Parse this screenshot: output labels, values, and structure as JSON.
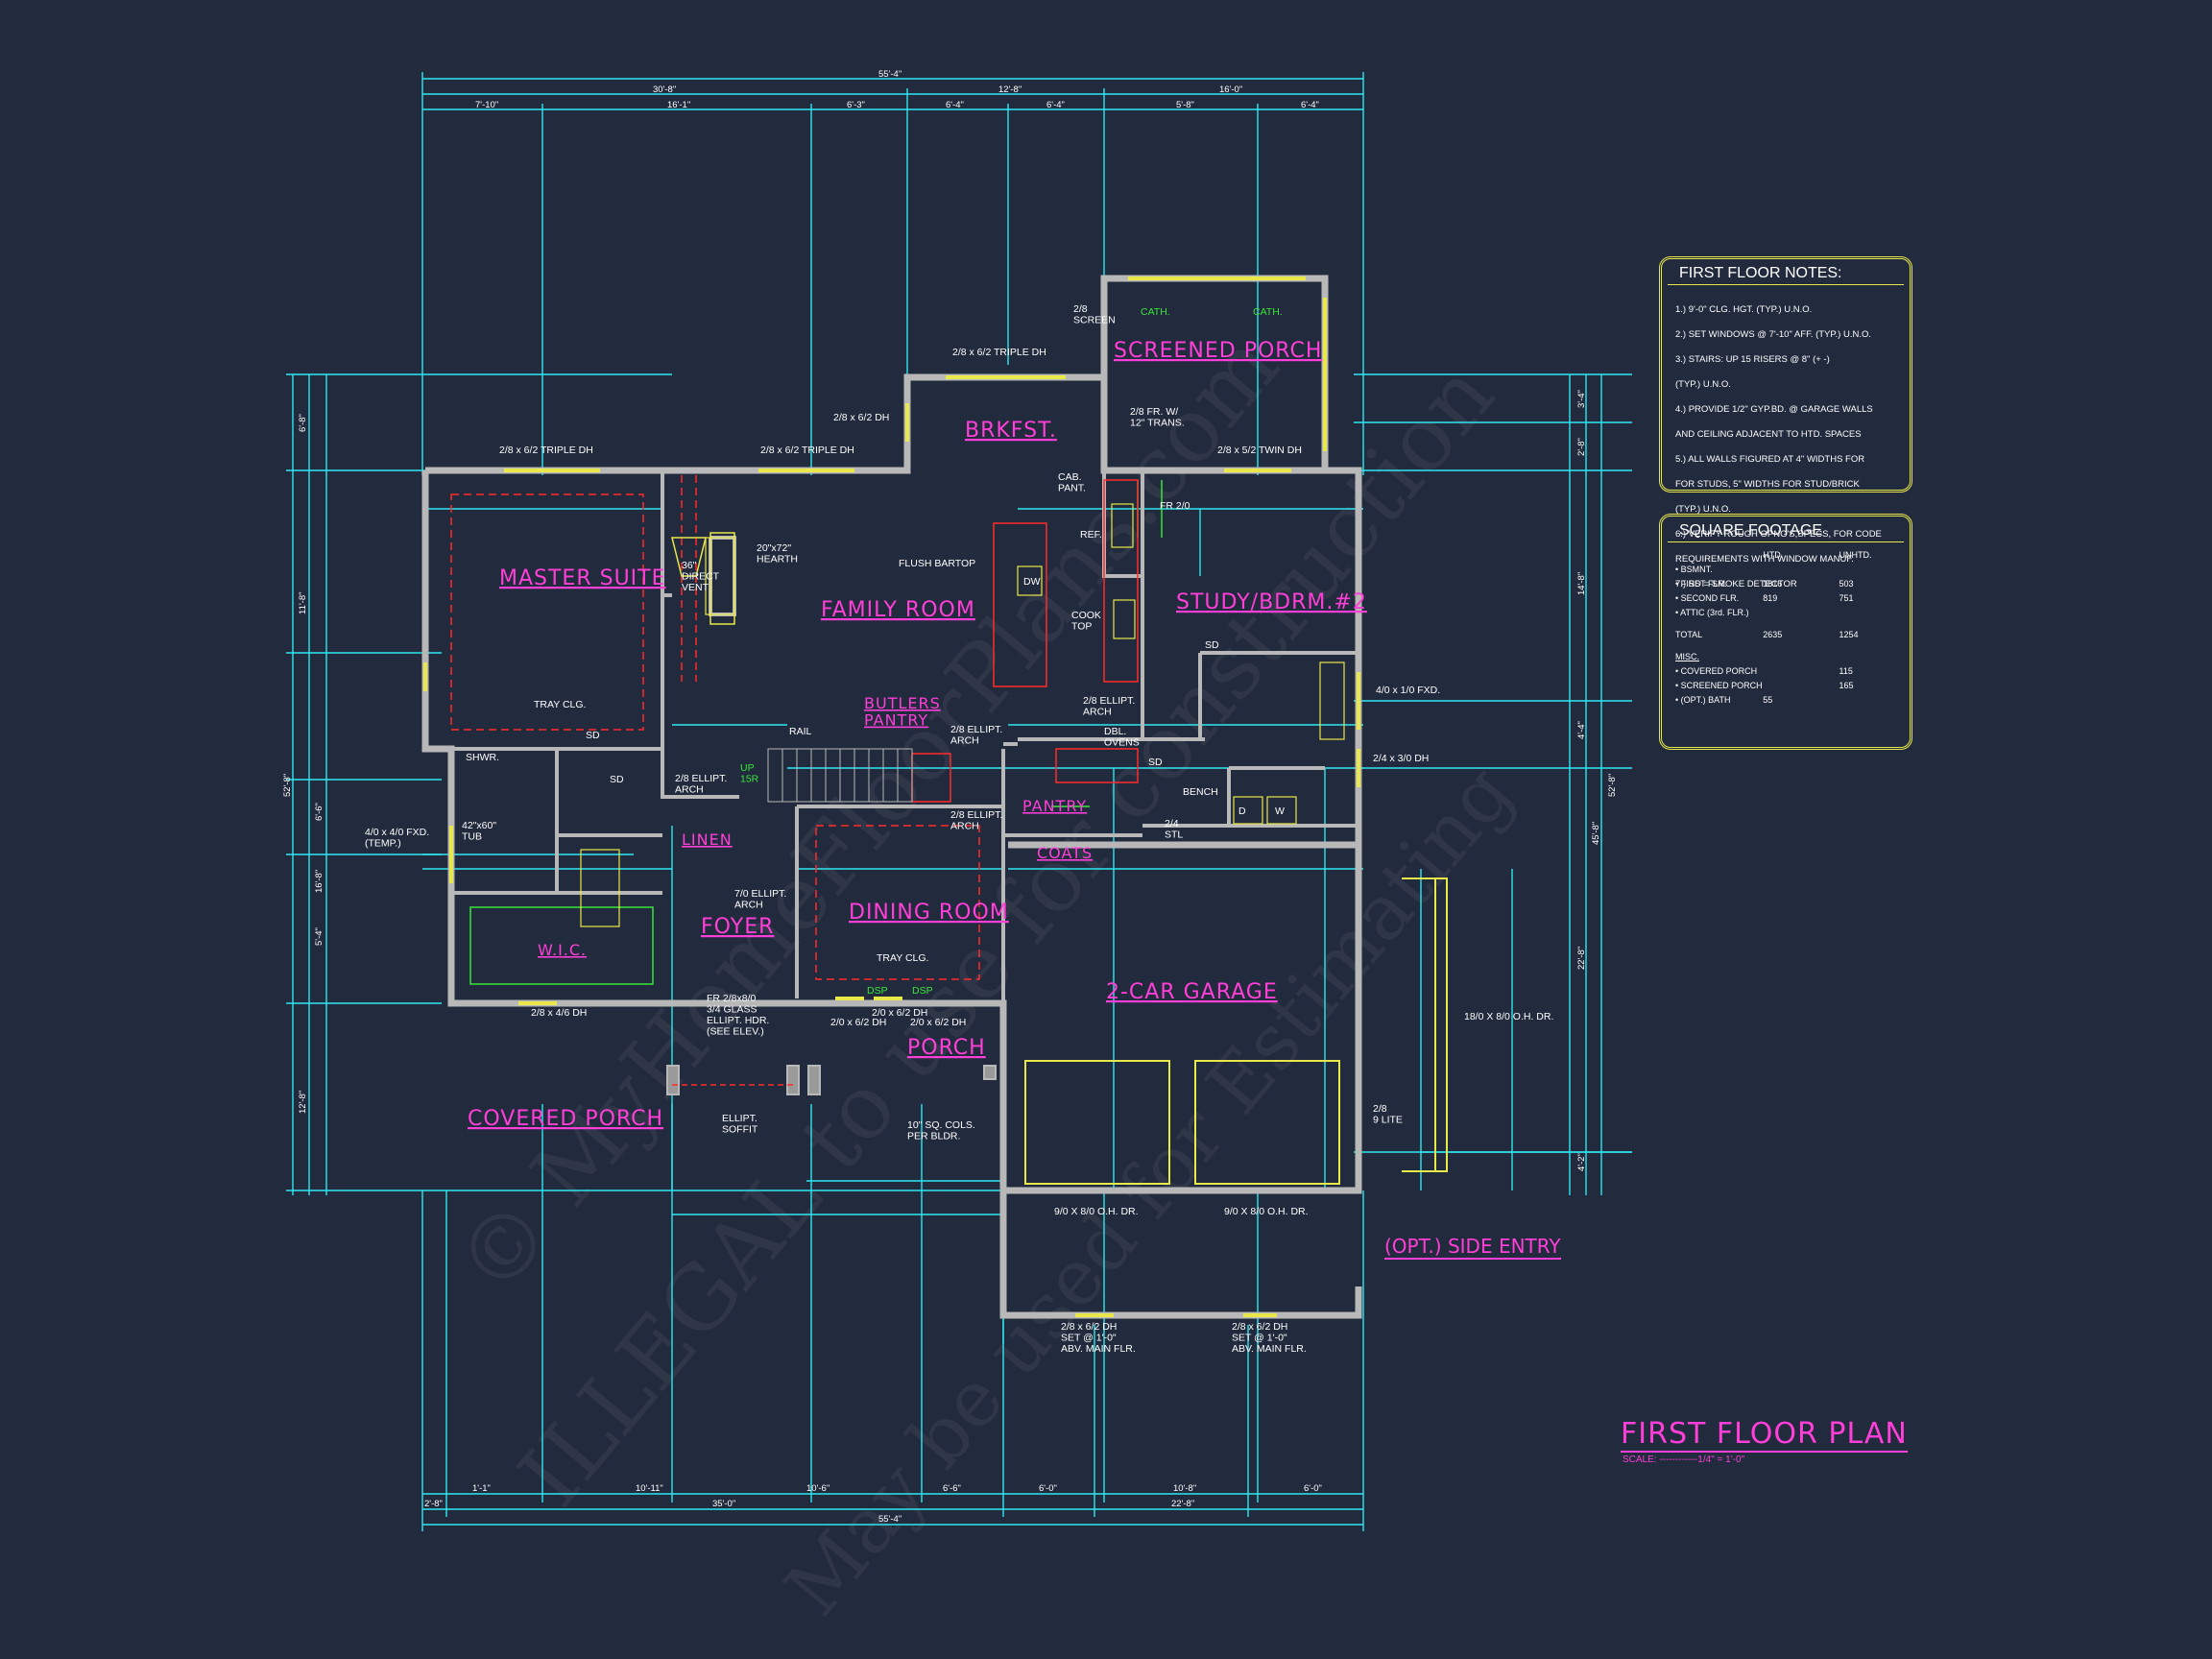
{
  "title": "FIRST FLOOR PLAN",
  "scale": "SCALE: ------------1/4\" = 1'-0\"",
  "side_entry": "(OPT.) SIDE ENTRY",
  "watermark": {
    "line1": "© MyHomeFloorPlans.com",
    "line2": "ILLEGAL to use for construction",
    "line3": "May be used for Estimating"
  },
  "rooms": {
    "master_suite": "MASTER SUITE",
    "family_room": "FAMILY ROOM",
    "brkfst": "BRKFST.",
    "screened_porch": "SCREENED PORCH",
    "study": "STUDY/BDRM.#2",
    "butlers_pantry": "BUTLERS\nPANTRY",
    "pantry": "PANTRY",
    "linen": "LINEN",
    "coats": "COATS",
    "foyer": "FOYER",
    "dining_room": "DINING ROOM",
    "wic": "W.I.C.",
    "garage": "2-CAR GARAGE",
    "porch": "PORCH",
    "covered_porch": "COVERED PORCH"
  },
  "labels": {
    "triple_dh_1": "2/8 x 6/2 TRIPLE DH",
    "triple_dh_2": "2/8 x 6/2 TRIPLE DH",
    "triple_dh_3": "2/8 x 6/2 TRIPLE DH",
    "dh_brk": "2/8 x 6/2 DH",
    "twin_dh": "2/8 x 5/2 TWIN DH",
    "screen": "2/8\nSCREEN",
    "cath1": "CATH.",
    "cath2": "CATH.",
    "fr_trans": "2/8 FR. W/\n12\" TRANS.",
    "cab_pant": "CAB.\nPANT.",
    "ref": "REF.",
    "fr_2_0": "FR 2/0",
    "hearth": "20\"x72\"\nHEARTH",
    "direct_vent": "36\"\nDIRECT\nVENT",
    "flush_bartop": "FLUSH BARTOP",
    "dw": "DW",
    "cook_top": "COOK\nTOP",
    "tray_clg_1": "TRAY CLG.",
    "tray_clg_2": "TRAY CLG.",
    "ellipt_arch_1": "2/8 ELLIPT.\nARCH",
    "ellipt_arch_2": "2/8 ELLIPT.\nARCH",
    "ellipt_arch_3": "2/8 ELLIPT.\nARCH",
    "ellipt_arch_4": "2/8 ELLIPT.\nARCH",
    "ellipt_arch_5": "7/0 ELLIPT.\nARCH",
    "del_ovens": "DBL.\nOVENS",
    "rail": "RAIL",
    "up": "UP\n15R",
    "shwr": "SHWR.",
    "tub": "42\"x60\"\nTUB",
    "fxd_window": "4/0 x 4/0 FXD.\n(TEMP.)",
    "fxd_window_right": "4/0 x 1/0 FXD.",
    "dh_right": "2/4 x 3/0 DH",
    "dh_wic": "2/8 x 4/6 DH",
    "bench": "BENCH",
    "d": "D",
    "w": "W",
    "entry_door": "FR 2/8x8/0\n3/4 GLASS\nELLIPT. HDR.\n(SEE ELEV.)",
    "ellipt_soffit": "ELLIPT.\nSOFFIT",
    "dh_porch_1": "2/0 x 6/2 DH",
    "dh_porch_2": "2/0 x 6/2 DH",
    "dh_porch_3": "2/0 x 6/2 DH",
    "dsp": "DSP",
    "sq_cols": "10\" SQ. COLS.\nPER BLDR.",
    "garage_door_1": "9/0 X 8/0 O.H. DR.",
    "garage_door_2": "9/0 X 8/0 O.H. DR.",
    "garage_door_side": "18/0 X 8/0 O.H. DR.",
    "lite": "2/8\n9 LITE",
    "side_dh_1": "2/8 x 6/2 DH\nSET @ 1'-0\"\nABV. MAIN FLR.",
    "side_dh_2": "2/8 x 6/2 DH\nSET @ 1'-0\"\nABV. MAIN FLR.",
    "stl": "2/4\nSTL",
    "sd": "SD"
  },
  "dimensions": {
    "overall_top": "55'-4\"",
    "overall_bottom": "55'-4\"",
    "top_row1": [
      "30'-8\"",
      "12'-8\"",
      "16'-0\""
    ],
    "top_row2": [
      "7'-10\"",
      "16'-1\"",
      "6'-3\"",
      "6'-4\"",
      "6'-4\"",
      "5'-8\"",
      "6'-4\""
    ],
    "bottom_row1": [
      "1'-1\"",
      "10'-11\"",
      "10'-6\"",
      "6'-6\"",
      "6'-0\"",
      "10'-8\"",
      "6'-0\""
    ],
    "bottom_row2": [
      "2'-8\"",
      "35'-0\"",
      "22'-8\""
    ],
    "left_col": [
      "6'-8\"",
      "11'-8\"",
      "6'-6\"",
      "16'-8\"",
      "5'-4\"",
      "12'-8\""
    ],
    "left_overall": "52'-8\"",
    "right_col": [
      "3'-4\"",
      "2'-8\"",
      "14'-8\"",
      "4'-4\"",
      "22'-8\"",
      "4'-2\""
    ],
    "right_overall": "52'-8\"",
    "right_overall_2": "45'-8\""
  },
  "first_floor_notes": {
    "title": "FIRST FLOOR NOTES:",
    "items": [
      "1.) 9'-0\" CLG. HGT. (TYP.) U.N.O.",
      "2.) SET WINDOWS @ 7'-10\" AFF. (TYP.) U.N.O.",
      "3.) STAIRS: UP 15 RISERS @ 8\" (+ -)",
      "     (TYP.) U.N.O.",
      "4.) PROVIDE 1/2\" GYP.BD. @ GARAGE WALLS",
      "     AND CEILING ADJACENT TO HTD. SPACES",
      "5.) ALL WALLS FIGURED AT 4\" WIDTHS FOR",
      "     FOR STUDS, 5\" WIDTHS FOR STUD/BRICK",
      "     (TYP.) U.N.O.",
      "6.) VERIFY ROUGH OPNG'S,SPECS, FOR CODE",
      "     REQUIREMENTS WITH WINDOW MANUF.",
      "7.) SD = SMOKE DETECTOR"
    ]
  },
  "square_footage": {
    "title": "SQUARE FOOTAGE",
    "head": [
      "",
      "HTD.",
      "UNHTD."
    ],
    "rows": [
      [
        "• BSMNT.",
        "",
        ""
      ],
      [
        "• FIRST FLR.",
        "1816",
        "503"
      ],
      [
        "• SECOND FLR.",
        "819",
        "751"
      ],
      [
        "• ATTIC (3rd. FLR.)",
        "",
        ""
      ],
      [
        "TOTAL",
        "2635",
        "1254"
      ],
      [
        "MISC.",
        "",
        ""
      ],
      [
        "• COVERED PORCH",
        "",
        "115"
      ],
      [
        "• SCREENED PORCH",
        "",
        "165"
      ],
      [
        "• (OPT.) BATH",
        "55",
        ""
      ]
    ]
  },
  "colors": {
    "background": "#222a3d",
    "dimension_lines": "#2ee6f0",
    "walls": "#b8b8b8",
    "room_text": "#ff3fd8",
    "windows": "#e8e84a",
    "dashed": "#ff2a2a",
    "notes_border": "#e8e84a",
    "cabinet_green": "#39e639"
  }
}
